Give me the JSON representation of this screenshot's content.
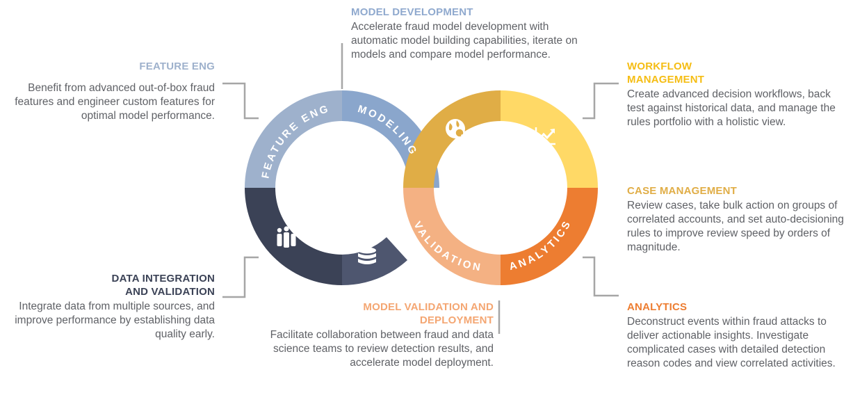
{
  "colors": {
    "feature_eng": "#9eb1cc",
    "modeling": "#8aa6cc",
    "workflow": "#ffd966",
    "case_mgmt": "#e0ad46",
    "analytics": "#ed7d31",
    "validation": "#f4b183",
    "data_integration": "#3b4256",
    "data_storage": "#4e566f",
    "connector": "#a6a6a6",
    "body_text": "#5f6166"
  },
  "ring": {
    "feature_eng_label": "FEATURE ENG",
    "modeling_label": "MODELING",
    "validation_label": "VALIDATION",
    "analytics_label": "ANALYTICS",
    "icons": [
      "people-icon",
      "database-icon",
      "globe-search-icon",
      "trend-chart-icon"
    ]
  },
  "sections": {
    "model_development": {
      "title": "MODEL DEVELOPMENT",
      "body": "Accelerate fraud model development with automatic model building capabilities, iterate on  models and compare model performance."
    },
    "feature_eng": {
      "title": "FEATURE ENG",
      "body": "Benefit from advanced out-of-box fraud features and engineer custom features for optimal model performance."
    },
    "workflow_management": {
      "title": "WORKFLOW MANAGEMENT",
      "body": "Create advanced decision workflows, back test against historical data, and manage the rules portfolio with a holistic view."
    },
    "case_management": {
      "title": "CASE MANAGEMENT",
      "body": "Review cases, take bulk action on groups of correlated accounts, and set auto-decisioning rules to improve review speed by orders of magnitude."
    },
    "data_integration": {
      "title": "DATA INTEGRATION AND VALIDATION",
      "body": "Integrate data from multiple sources, and improve performance by establishing data quality early."
    },
    "model_validation": {
      "title": "MODEL VALIDATION AND DEPLOYMENT",
      "body": "Facilitate collaboration between fraud and data science teams to review detection results, and accelerate model deployment."
    },
    "analytics": {
      "title": "ANALYTICS",
      "body": "Deconstruct events within fraud attacks to deliver actionable insights. Investigate complicated cases with detailed detection reason codes and view correlated activities."
    }
  }
}
